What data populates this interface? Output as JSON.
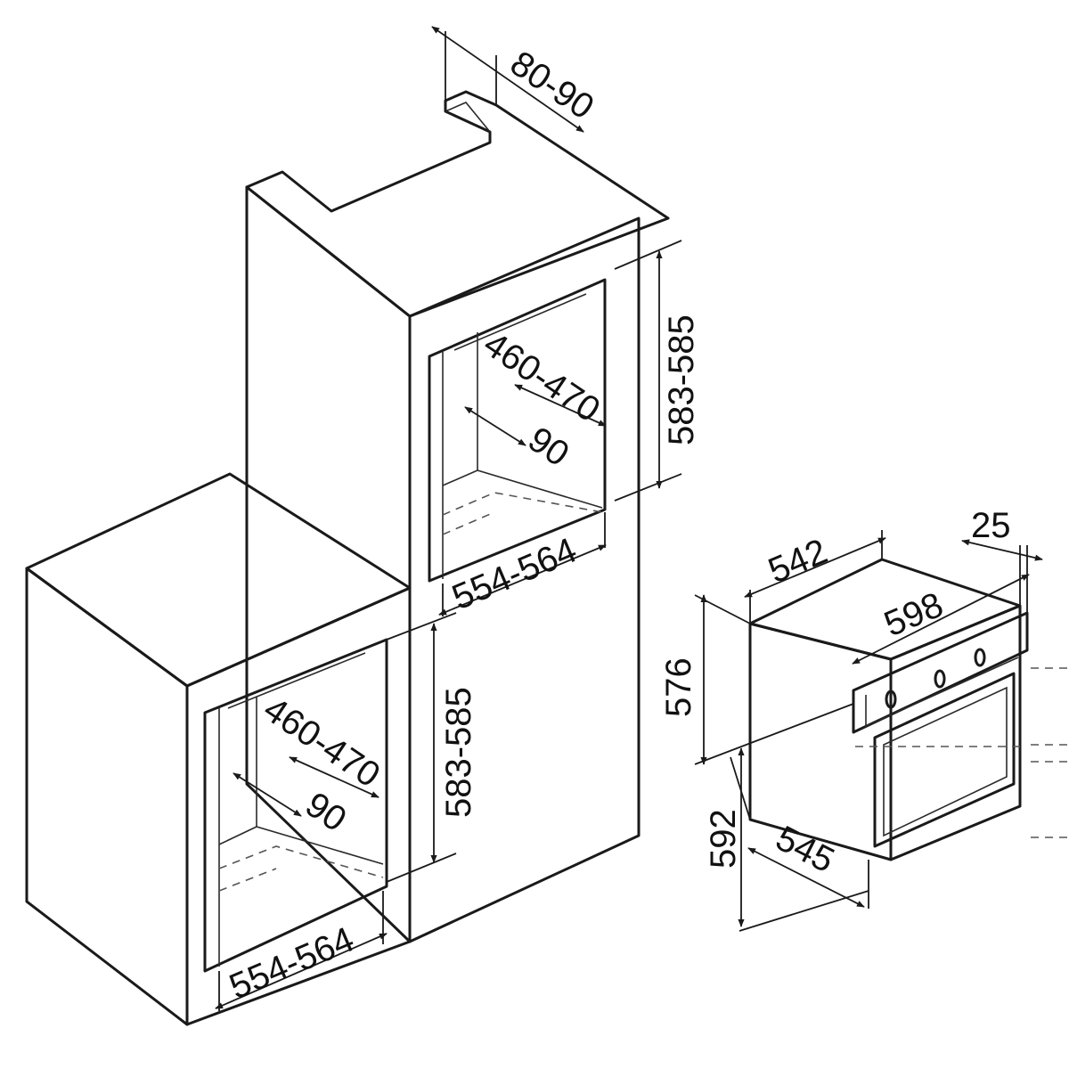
{
  "colors": {
    "line": "#1a1a1a",
    "background": "#ffffff"
  },
  "tall_unit": {
    "top_vent_depth": "80-90",
    "niche_height": "583-585",
    "niche_depth": "460-470",
    "rear_gap": "90",
    "niche_width": "554-564"
  },
  "base_unit": {
    "niche_height": "583-585",
    "niche_depth": "460-470",
    "rear_gap": "90",
    "niche_width": "554-564"
  },
  "oven": {
    "depth_top": "542",
    "front_panel": "25",
    "width": "598",
    "body_height": "576",
    "total_height": "592",
    "depth_bottom": "545"
  }
}
